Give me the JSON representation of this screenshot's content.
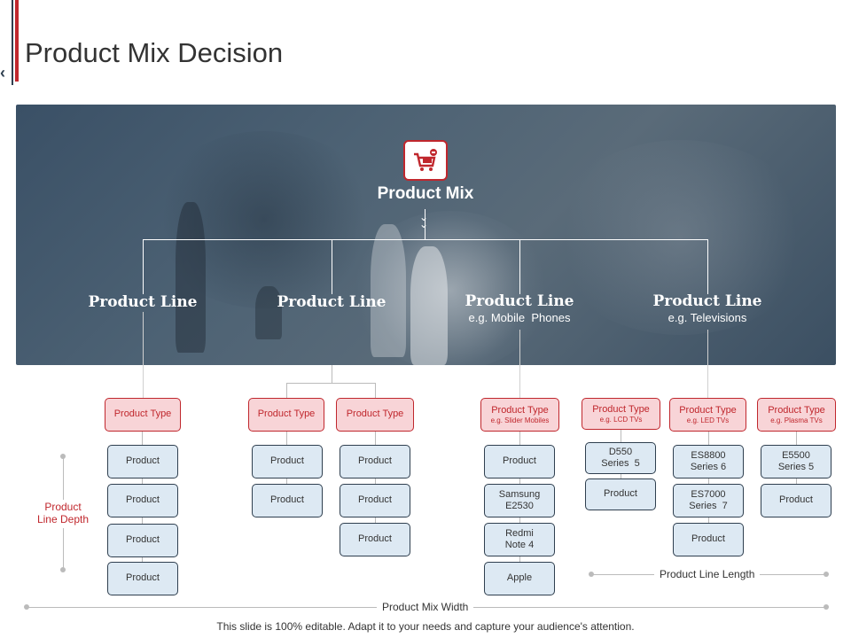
{
  "title": "Product Mix Decision",
  "diagram": {
    "root": "Product Mix",
    "product_lines": [
      {
        "title": "Product Line",
        "subtitle": ""
      },
      {
        "title": "Product Line",
        "subtitle": ""
      },
      {
        "title": "Product Line",
        "subtitle": "e.g. Mobile  Phones"
      },
      {
        "title": "Product Line",
        "subtitle": "e.g. Televisions"
      }
    ],
    "product_types": [
      {
        "title": "Product Type",
        "subtitle": ""
      },
      {
        "title": "Product Type",
        "subtitle": ""
      },
      {
        "title": "Product Type",
        "subtitle": ""
      },
      {
        "title": "Product Type",
        "subtitle": "e.g. Slider Mobiles"
      },
      {
        "title": "Product Type",
        "subtitle": "e.g. LCD TVs"
      },
      {
        "title": "Product Type",
        "subtitle": "e.g. LED TVs"
      },
      {
        "title": "Product Type",
        "subtitle": "e.g. Plasma TVs"
      }
    ],
    "col1_products": [
      "Product",
      "Product",
      "Product",
      "Product"
    ],
    "col2_products": [
      "Product",
      "Product"
    ],
    "col3_products": [
      "Product",
      "Product",
      "Product"
    ],
    "col4_products": [
      "Product",
      "Samsung\nE2530",
      "Redmi\nNote 4",
      "Apple"
    ],
    "col5_products": [
      "D550\nSeries  5",
      "Product"
    ],
    "col6_products": [
      "ES8800\nSeries 6",
      "ES7000\nSeries  7",
      "Product"
    ],
    "col7_products": [
      "E5500\nSeries 5",
      "Product"
    ]
  },
  "labels": {
    "line_depth": "Product\nLine Depth",
    "line_length": "Product Line Length",
    "mix_width": "Product Mix Width"
  },
  "footer": "This slide is 100%  editable.  Adapt  it to your  needs and  capture  your  audience's attention.",
  "colors": {
    "accent": "#c0272d",
    "dark": "#2f3f4f",
    "product_fill": "#dde9f3",
    "type_fill": "#f8d4d7"
  },
  "icons": {
    "root": "shopping-cart-megaphone-icon"
  }
}
